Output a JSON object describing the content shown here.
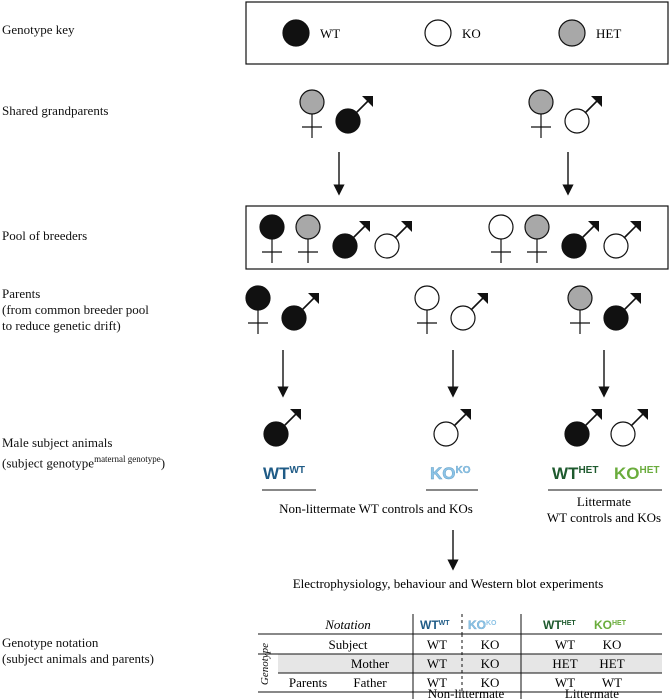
{
  "labels": {
    "genotype_key": "Genotype key",
    "shared_grandparents": "Shared grandparents",
    "pool_of_breeders": "Pool of breeders",
    "parents_l1": "Parents",
    "parents_l2": "(from common breeder pool",
    "parents_l3": "to reduce genetic drift)",
    "male_subject_l1": "Male subject animals",
    "male_subject_l2_pre": "(subject genotype",
    "male_subject_l2_sup": "maternal genotype",
    "male_subject_l2_post": ")",
    "genotype_notation_l1": "Genotype notation",
    "genotype_notation_l2": "(subject animals and parents)"
  },
  "key": {
    "wt": "WT",
    "ko": "KO",
    "het": "HET"
  },
  "notation": {
    "wt_wt": {
      "base": "WT",
      "sup": "WT"
    },
    "ko_ko": {
      "base": "KO",
      "sup": "KO"
    },
    "wt_het": {
      "base": "WT",
      "sup": "HET"
    },
    "ko_het": {
      "base": "KO",
      "sup": "HET"
    }
  },
  "groups": {
    "non_littermate": "Non-littermate WT controls and KOs",
    "littermate_l1": "Littermate",
    "littermate_l2": "WT controls and KOs"
  },
  "experiments": "Electrophysiology, behaviour and Western blot experiments",
  "table": {
    "notation_header": "Notation",
    "genotype_side": "Genotype",
    "rows": {
      "subject": "Subject",
      "parents": "Parents",
      "mother": "Mother",
      "father": "Father"
    },
    "values": {
      "subject": [
        "WT",
        "KO",
        "WT",
        "KO"
      ],
      "mother": [
        "WT",
        "KO",
        "HET",
        "HET"
      ],
      "father": [
        "WT",
        "KO",
        "WT",
        "WT"
      ]
    },
    "footer_non_littermate": "Non-littermate",
    "footer_littermate": "Littermate"
  },
  "colors": {
    "wt_fill": "#111111",
    "ko_fill": "#ffffff",
    "het_fill": "#a8a8a8",
    "wt_wt_text": "#1f5b86",
    "ko_ko_text": "#8cc3e6",
    "wt_het_text": "#1e5a2e",
    "ko_het_text": "#6aac3c",
    "table_shade": "#e6e6e6"
  }
}
